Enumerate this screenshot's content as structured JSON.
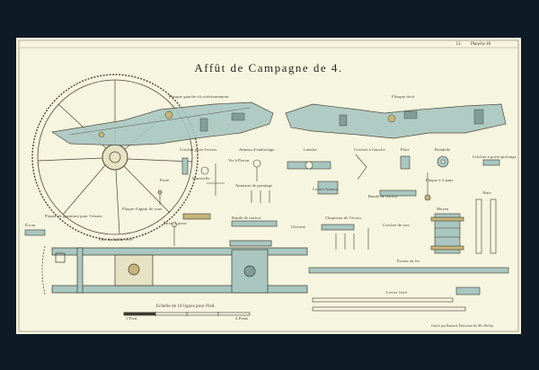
{
  "plate": {
    "title": "Affût de Campagne de 4.",
    "corner_marks": [
      "I.I.",
      "Planche 40"
    ],
    "labels": {
      "flasque_gauche": "Flasque gauche vû extérieurement",
      "flasque_droit": "Flasque droit",
      "crochet_porte_leviers": "Crochet porte-leviers",
      "anneau_embrelage": "Anneau d'embrelage",
      "lunette": "Lunette",
      "crochet_fourche": "Crochet à fourche",
      "plate": "Plate",
      "rondelle": "Rondelle",
      "crochet_porte_prolonge": "Crochet à porte-prolonge",
      "vis_piston": "Vis à Piston",
      "essie": "Essie",
      "manivelle": "Manivelle",
      "anneaux_pointage": "Anneaux de pointage",
      "contre_lunette": "Contre-lunette",
      "plaque_4_pans": "Plaque à 4 pans",
      "rais": "Rais",
      "plaque_appui_roue": "Plaque d'appui de roue",
      "bande_renfort_1": "Bande de renfort",
      "bande_renfort_2": "Bande de renfort",
      "moyeu": "Moyeu",
      "plaque_garniture": "Plaque de garniture pour l'essieu",
      "etrier_pivot": "Étrier à pivot",
      "chapiteau_ecrou": "Chapiteau de l'écrou",
      "crochet_trav": "Crochet de trav.",
      "ecrou": "Écrou",
      "clavette": "Clavette",
      "plan_affut": "Plan de l'affût ferré",
      "essieu_fer": "Essieu en fer",
      "levier_ferre": "Levier ferré"
    },
    "scale": {
      "caption": "Echelle de 18 lignes pour Pied.",
      "left_mark": "1 Pied",
      "right_mark": "4 Pieds"
    },
    "imprint": "Gravé par Benard, Direction de Mr. Bellin"
  }
}
